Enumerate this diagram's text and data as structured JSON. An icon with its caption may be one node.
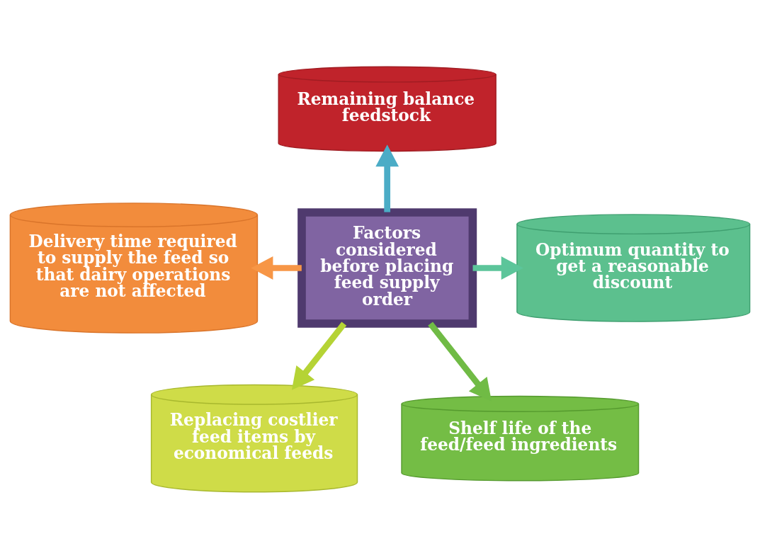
{
  "diagram": {
    "nodes": [
      {
        "text": [
          "Remaining balance feedstock"
        ]
      },
      {
        "text": [
          "Delivery time required to supply the feed so that dairy operations are not affected"
        ]
      },
      {
        "text": [
          "Factors considered before placing feed supply order"
        ]
      },
      {
        "text": [
          "Optimum quantity to get a reasonable discount"
        ]
      },
      {
        "text": [
          "Replacing costlier feed items by economical feeds"
        ]
      },
      {
        "text": [
          "Shelf life of the feed/feed ingredients"
        ]
      }
    ],
    "edges": [
      {
        "from": 2,
        "to": 0,
        "arrow": "to",
        "color": "#4bacc6"
      },
      {
        "from": 2,
        "to": 1,
        "arrow": "to",
        "color": "#f79646"
      },
      {
        "from": 2,
        "to": 3,
        "arrow": "to",
        "color": "#5cc59a"
      },
      {
        "from": 2,
        "to": 4,
        "arrow": "to",
        "color": "#b5d335"
      },
      {
        "from": 2,
        "to": 5,
        "arrow": "to",
        "color": "#70bb45"
      }
    ]
  }
}
